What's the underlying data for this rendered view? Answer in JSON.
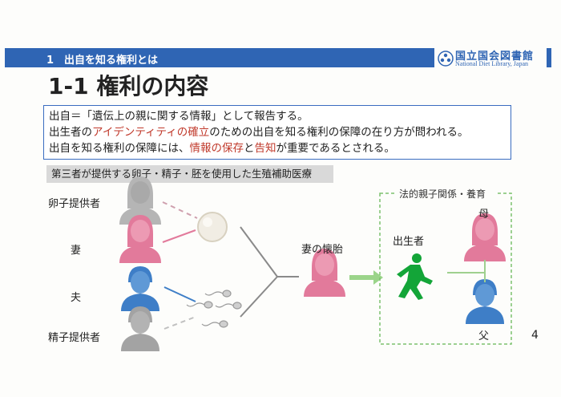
{
  "header": {
    "section": "1　出自を知る権利とは",
    "logo_jp": "国立国会図書館",
    "logo_en": "National Diet Library, Japan"
  },
  "title": "1-1 権利の内容",
  "summary": {
    "line1": "出自＝「遺伝上の親に関する情報」として報告する。",
    "line2_a": "出生者の",
    "line2_b": "アイデンティティの確立",
    "line2_c": "のための出自を知る権利の保障の在り方が問われる。",
    "line3_a": "出自を知る権利の保障には、",
    "line3_b": "情報の保存",
    "line3_c": "と",
    "line3_d": "告知",
    "line3_e": "が重要であるとされる。"
  },
  "diagram": {
    "subtitle": "第三者が提供する卵子・精子・胚を使用した生殖補助医療",
    "egg_donor": "卵子提供者",
    "wife": "妻",
    "husband": "夫",
    "sperm_donor": "精子提供者",
    "pregnancy": "妻の懐胎",
    "child": "出生者",
    "legal": "法的親子関係・養育",
    "mother": "母",
    "father": "父"
  },
  "colors": {
    "pink": "#e07a9a",
    "blue": "#4a86c8",
    "gray": "#a8a8a8",
    "green": "#13a538",
    "accent": "#2f65b4"
  },
  "page_number": "4"
}
